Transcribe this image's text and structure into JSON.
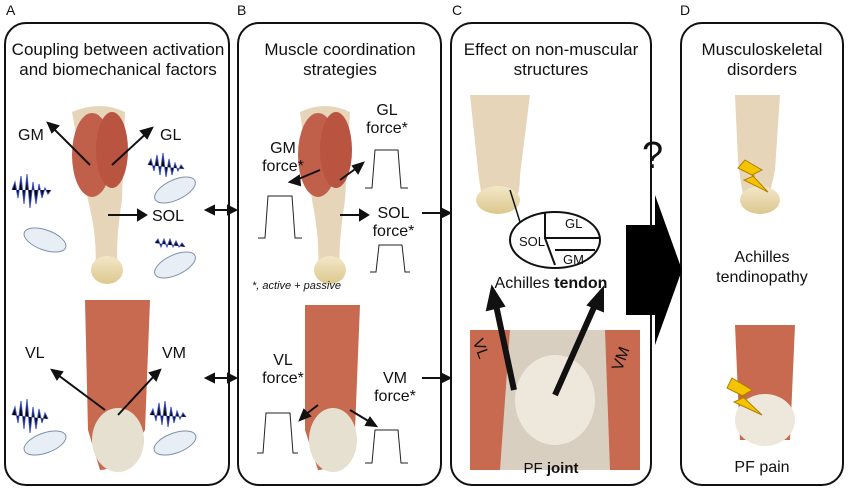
{
  "panels": {
    "a": {
      "letter": "A",
      "title": "Coupling between activation and biomechanical factors",
      "labels": {
        "gm": "GM",
        "gl": "GL",
        "sol": "SOL",
        "vl": "VL",
        "vm": "VM"
      }
    },
    "b": {
      "letter": "B",
      "title": "Muscle coordination strategies",
      "labels": {
        "gm": "GM force*",
        "gl": "GL force*",
        "sol": "SOL force*",
        "vl": "VL force*",
        "vm": "VM force*"
      },
      "footnote": "*, active + passive"
    },
    "c": {
      "letter": "C",
      "title": "Effect on non-muscular structures",
      "tendon_labels": {
        "gl": "GL",
        "sol": "SOL",
        "gm": "GM"
      },
      "tendon_caption_pre": "Achilles ",
      "tendon_caption_bold": "tendon",
      "vl": "VL",
      "vm": "VM",
      "joint_caption_pre": "PF ",
      "joint_caption_bold": "joint"
    },
    "d": {
      "letter": "D",
      "title": "Musculoskeletal disorders",
      "disorder1": "Achilles tendinopathy",
      "disorder2": "PF pain"
    }
  },
  "question_mark": "?",
  "colors": {
    "emg": "#3a4fc0",
    "muscle": "#c0604a",
    "bone": "#ecdcb0",
    "lightning": "#f5c400"
  }
}
